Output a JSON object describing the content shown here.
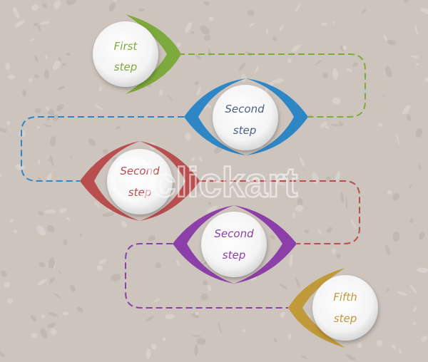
{
  "diagram": {
    "steps": [
      {
        "line1": "First",
        "line2": "step",
        "color": "#7daa3c"
      },
      {
        "line1": "Second",
        "line2": "step",
        "color": "#2f86c4"
      },
      {
        "line1": "Second",
        "line2": "step",
        "color": "#b84e4e"
      },
      {
        "line1": "Second",
        "line2": "step",
        "color": "#8c3fa8"
      },
      {
        "line1": "Fifth",
        "line2": "step",
        "color": "#c09a3a"
      }
    ],
    "background_color": "#cdc4bd",
    "circle_color": "#f3f3f3"
  },
  "watermark": {
    "text": "clickart"
  }
}
